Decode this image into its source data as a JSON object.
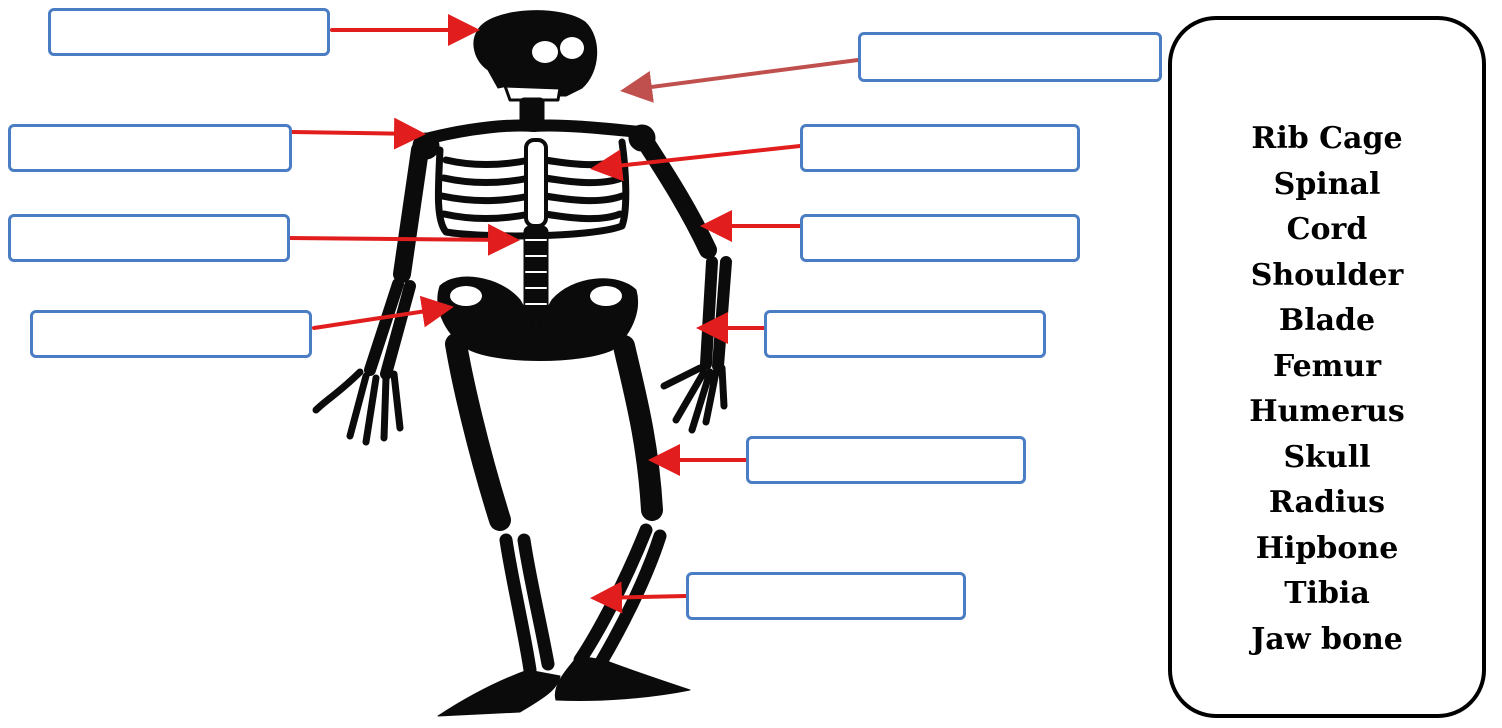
{
  "word_bank": {
    "words": [
      "Rib Cage",
      "Spinal",
      "Cord",
      "Shoulder",
      "Blade",
      "Femur",
      "Humerus",
      "Skull",
      "Radius",
      "Hipbone",
      "Tibia",
      "Jaw bone"
    ]
  },
  "label_boxes": [
    {
      "id": "skull",
      "value": ""
    },
    {
      "id": "jaw",
      "value": ""
    },
    {
      "id": "shoulder",
      "value": ""
    },
    {
      "id": "ribcage",
      "value": ""
    },
    {
      "id": "spine",
      "value": ""
    },
    {
      "id": "humerus",
      "value": ""
    },
    {
      "id": "hip",
      "value": ""
    },
    {
      "id": "radius",
      "value": ""
    },
    {
      "id": "femur",
      "value": ""
    },
    {
      "id": "tibia",
      "value": ""
    }
  ],
  "colors": {
    "box_border": "#4a7dc3",
    "arrow_red": "#e21d1d",
    "arrow_brown": "#c0504d",
    "bone": "#0b0b0b"
  }
}
